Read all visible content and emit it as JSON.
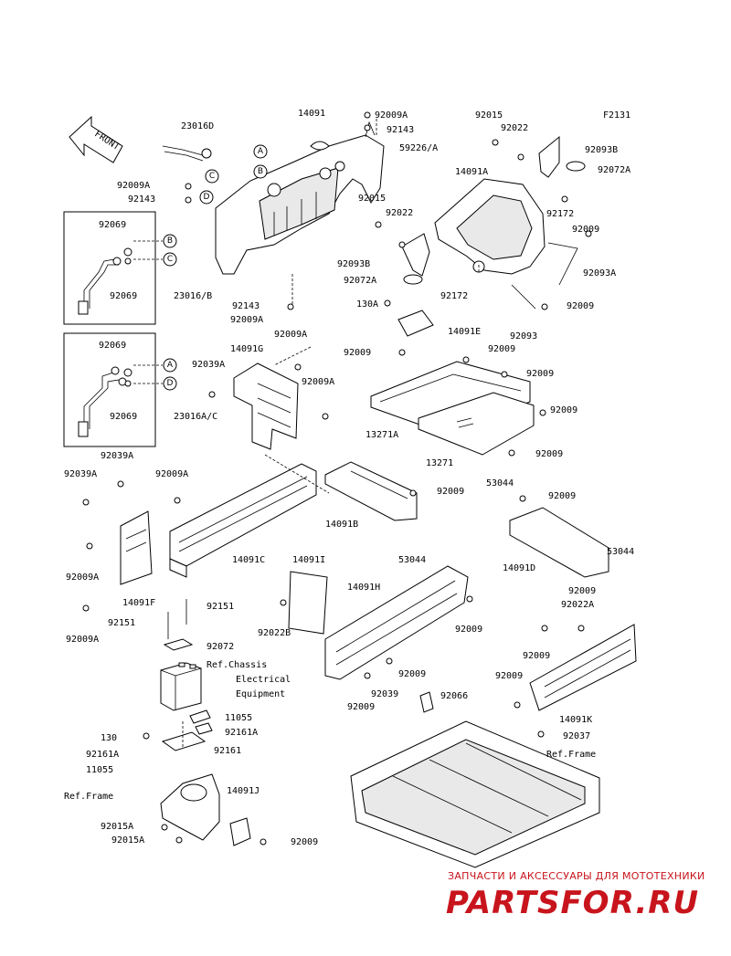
{
  "figure_code": "F2131",
  "front_label": "FRONT",
  "callouts": [
    "A",
    "B",
    "C",
    "D"
  ],
  "labels": {
    "p23016D": "23016D",
    "p14091_top": "14091",
    "p92009A_t1": "92009A",
    "p92143_t1": "92143",
    "p59226A": "59226/A",
    "p92015_t": "92015",
    "p92022_t": "92022",
    "pF2131": "F2131",
    "p92093B_t": "92093B",
    "p92072A_t": "92072A",
    "p14091A": "14091A",
    "p92009A_l1": "92009A",
    "p92143_l1": "92143",
    "p92015_m": "92015",
    "p92022_m": "92022",
    "p92172_t": "92172",
    "p92009_r1": "92009",
    "p92069_b1": "92069",
    "p92069_b2": "92069",
    "p23016B": "23016/B",
    "p92093B_m": "92093B",
    "p92072A_m": "92072A",
    "p92172_m": "92172",
    "p92093A": "92093A",
    "p92143_m": "92143",
    "p92009A_m": "92009A",
    "p130A": "130A",
    "p92009_r2": "92009",
    "p92093": "92093",
    "p14091E": "14091E",
    "p92069_c1": "92069",
    "p92009A_c": "92009A",
    "p14091G": "14091G",
    "p92009_m1": "92009",
    "p92009_m2": "92009",
    "p92039A_l": "92039A",
    "p92009A_c2": "92009A",
    "p92009_m3": "92009",
    "p92069_c2": "92069",
    "p23016AC": "23016A/C",
    "p13271A": "13271A",
    "p92009_m4": "92009",
    "p92039A_a": "92039A",
    "p13271": "13271",
    "p92039A_b": "92039A",
    "p92009A_d": "92009A",
    "p53044_a": "53044",
    "p92009_n1": "92009",
    "p92009_n2": "92009",
    "p14091B": "14091B",
    "p14091C": "14091C",
    "p14091I": "14091I",
    "p53044_b": "53044",
    "p53044_c": "53044",
    "p14091D": "14091D",
    "p92009A_e": "92009A",
    "p92009_n3": "92009",
    "p92022A": "92022A",
    "p14091F": "14091F",
    "p92151_a": "92151",
    "p14091H": "14091H",
    "p92151_b": "92151",
    "p92022B": "92022B",
    "p92009_n4": "92009",
    "p92009_n5": "92009",
    "p92009A_f": "92009A",
    "p92072": "92072",
    "p92009_n6": "92009",
    "p92039": "92039",
    "p92009_n7": "92009",
    "p92009_n8": "92009",
    "p92066": "92066",
    "p14091K": "14091K",
    "p11055_a": "11055",
    "p92161A_a": "92161A",
    "p92037": "92037",
    "p130": "130",
    "p92161": "92161",
    "p92161A_b": "92161A",
    "p11055_b": "11055",
    "pRefFrame_l": "Ref.Frame",
    "p14091J": "14091J",
    "p92015A_a": "92015A",
    "p92015A_b": "92015A",
    "p92009_n9": "92009",
    "pRefFrame_r": "Ref.Frame"
  },
  "ref_chassis": [
    "Ref.Chassis",
    "Electrical",
    "Equipment"
  ],
  "watermark": {
    "tagline": "ЗАПЧАСТИ И АКСЕССУАРЫ ДЛЯ МОТОТЕХНИКИ",
    "logo": "PARTSFOR.RU",
    "color": "#c8141c"
  }
}
